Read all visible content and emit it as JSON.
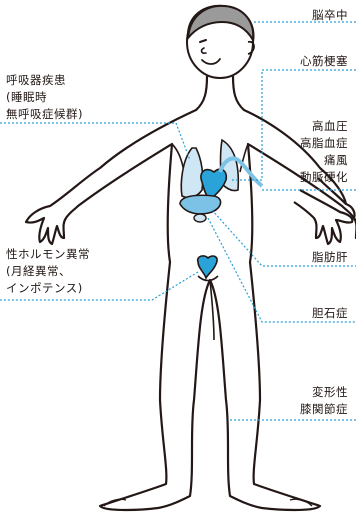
{
  "colors": {
    "outline": "#231815",
    "organ_fill": "#cfe6f4",
    "heart": "#29a3d8",
    "organ_highlight": "#7cc2e6",
    "leader_line": "#2aa0d6",
    "hair": "#9a9a9a"
  },
  "labels": {
    "stroke": "脳卒中",
    "myocardial_infarction": "心筋梗塞",
    "vascular": [
      "高血圧",
      "高脂血症",
      "痛風",
      "動脈硬化"
    ],
    "respiratory": [
      "呼吸器疾患",
      "(睡眠時",
      "無呼吸症候群)"
    ],
    "fatty_liver": "脂肪肝",
    "hormone": [
      "性ホルモン異常",
      "(月経異常、",
      "インポテンス)"
    ],
    "gallstones": "胆石症",
    "knee": [
      "変形性",
      "膝関節症"
    ]
  }
}
